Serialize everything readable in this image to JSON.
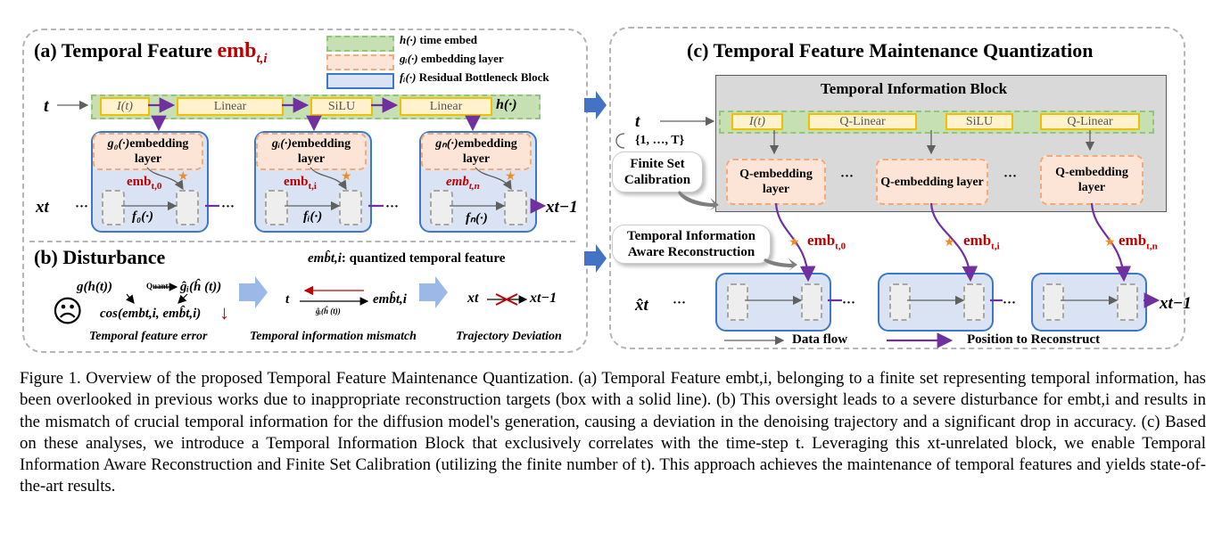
{
  "panel_a": {
    "title_prefix": "(a) Temporal Feature ",
    "title_emb": "emb",
    "title_sub": "t,i",
    "legend": [
      {
        "sym": "h(·)",
        "text": "time embed"
      },
      {
        "sym": "gᵢ(·)",
        "text": "embedding layer"
      },
      {
        "sym": "fᵢ(·)",
        "text": "Residual Bottleneck Block"
      }
    ],
    "t": "t",
    "chain": [
      "I(t)",
      "Linear",
      "SiLU",
      "Linear"
    ],
    "h_label": "h(·)",
    "blocks": [
      {
        "g": "g₀(·)",
        "emb": "emb",
        "sub": "t,0",
        "f": "f₀(·)"
      },
      {
        "g": "gᵢ(·)",
        "emb": "emb",
        "sub": "t,i",
        "f": "fᵢ(·)"
      },
      {
        "g": "gₙ(·)",
        "emb": "emb",
        "sub": "t,n",
        "f": "fₙ(·)"
      }
    ],
    "embedding_layer": "embedding layer",
    "x_in": "xt",
    "x_out": "xt−1",
    "dots": "···"
  },
  "panel_b": {
    "title": "(b) Disturbance",
    "quant_note_sym": "emb̂t,i",
    "quant_note": ": quantized temporal feature",
    "eq1": "g(h(t))",
    "quant": "Quant",
    "eq2": "ĝᵢ(ĥ (t))",
    "eq3": "cos(embt,i, emb̂t,i)",
    "arrow_down": "↓",
    "face": "☹",
    "mid_t": "t",
    "mid_sub": "ĝᵢ(ĥ (t))",
    "mid_emb": "emb̂t,i",
    "traj_x1": "xt",
    "traj_x2": "xt−1",
    "label1": "Temporal feature error",
    "label2": "Temporal information mismatch",
    "label3": "Trajectory Deviation"
  },
  "panel_c": {
    "title": "(c) Temporal Feature Maintenance Quantization",
    "tib_title": "Temporal Information Block",
    "t": "t",
    "t_set": "{1, …, T}",
    "chain": [
      "I(t)",
      "Q-Linear",
      "SiLU",
      "Q-Linear"
    ],
    "q_emb": "Q-embedding layer",
    "finite_set": "Finite Set Calibration",
    "tiar": "Temporal Information Aware Reconstruction",
    "emb_labels": [
      "t,0",
      "t,i",
      "t,n"
    ],
    "emb": "emb",
    "x_in": "x̂t",
    "x_out": "xt−1",
    "legend_flow": "Data flow",
    "legend_pos": "Position to Reconstruct",
    "dots": "···"
  },
  "caption": "Figure 1. Overview of the proposed Temporal Feature Maintenance Quantization. (a) Temporal Feature embt,i, belonging to a finite set representing temporal information, has been overlooked in previous works due to inappropriate reconstruction targets (box with a solid line). (b) This oversight leads to a severe disturbance for embt,i and results in the mismatch of crucial temporal information for the diffusion model's generation, causing a deviation in the denoising trajectory and a significant drop in accuracy. (c) Based on these analyses, we introduce a Temporal Information Block that exclusively correlates with the time-step t. Leveraging this xt-unrelated block, we enable Temporal Information Aware Reconstruction and Finite Set Calibration (utilizing the finite number of t). This approach achieves the maintenance of temporal features and yields state-of-the-art results.",
  "colors": {
    "purple": "#7030a0",
    "red": "#c00000",
    "blue_arrow": "#4472c4",
    "orange_star": "#f08c28"
  }
}
